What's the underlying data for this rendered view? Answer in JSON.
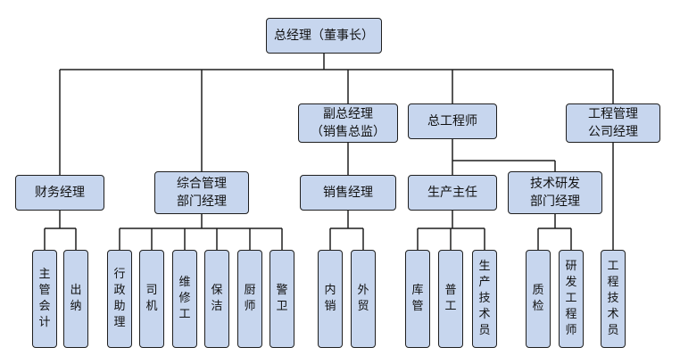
{
  "nodes": {
    "gm": "总经理（董事长）",
    "finance_mgr": "财务经理",
    "admin_mgr": "综合管理\n部门经理",
    "vp_sales": "副总经理\n（销售总监）",
    "chief_eng": "总工程师",
    "eng_mgmt": "工程管理\n公司经理",
    "sales_mgr": "销售经理",
    "prod_mgr": "生产主任",
    "rnd_mgr": "技术研发\n部门经理",
    "accountant": "主管会计",
    "cashier": "出纳",
    "admin_asst": "行政助理",
    "driver": "司机",
    "maintenance": "维修工",
    "cleaner": "保洁",
    "chef": "厨师",
    "guard": "警卫",
    "domestic_sales": "内销",
    "foreign_trade": "外贸",
    "warehouse": "库管",
    "worker": "普工",
    "prod_tech": "生产技术员",
    "qc": "质检",
    "rnd_eng": "研发工程师",
    "eng_tech": "工程技术员"
  }
}
